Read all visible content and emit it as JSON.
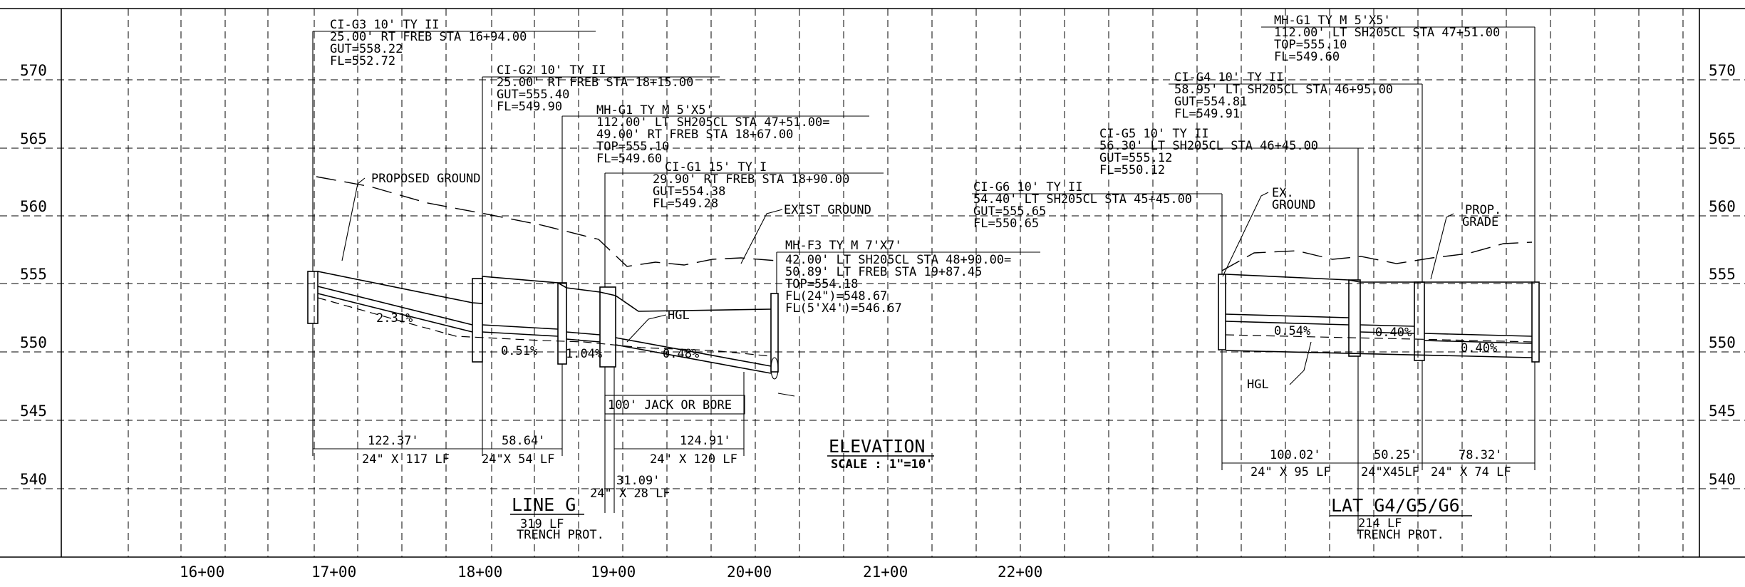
{
  "elevation_labels": [
    "570",
    "565",
    "560",
    "555",
    "550",
    "545",
    "540"
  ],
  "station_labels": [
    "16+00",
    "17+00",
    "18+00",
    "19+00",
    "20+00",
    "21+00",
    "22+00"
  ],
  "line_g": {
    "structures": {
      "ci_g3": [
        "CI-G3 10' TY II",
        "25.00' RT FREB STA 16+94.00",
        "GUT=558.22",
        "FL=552.72"
      ],
      "ci_g2": [
        "CI-G2 10' TY II",
        "25.00' RT FREB STA 18+15.00",
        "GUT=555.40",
        "FL=549.90"
      ],
      "mh_g1": [
        "MH-G1 TY M 5'X5'",
        "112.00' LT SH205CL STA 47+51.00=",
        "49.00' RT FREB STA 18+67.00",
        "TOP=555.10",
        "FL=549.60"
      ],
      "ci_g1": [
        "CI-G1 15' TY I",
        "29.90' RT FREB STA 18+90.00",
        "GUT=554.38",
        "FL=549.28"
      ],
      "mh_f3": [
        "MH-F3 TY M 7'X7'",
        "42.00' LT SH205CL STA 48+90.00=",
        "50.89' LT FREB STA 19+87.45",
        "TOP=554.18",
        "FL(24\")=548.67",
        "FL(5'X4')=546.67"
      ]
    },
    "callouts": {
      "proposed_ground": "PROPOSED GROUND",
      "exist_ground": "EXIST GROUND",
      "hgl": "HGL",
      "jack_bore": "100' JACK OR BORE"
    },
    "slopes": [
      "2.31%",
      "0.51%",
      "1.04%",
      "0.48%"
    ],
    "dimensions": [
      "122.37'",
      "58.64'",
      "124.91'",
      "31.09'"
    ],
    "pipes": [
      "24\" X 117 LF",
      "24\"X 54 LF",
      "24\" X 120 LF",
      "24\" X 28 LF"
    ],
    "title": "LINE G",
    "length": "319 LF",
    "trench": "TRENCH PROT."
  },
  "elevation_title": "ELEVATION",
  "elevation_scale": "SCALE : 1\"=10'",
  "lat_g4": {
    "structures": {
      "mh_g1": [
        "MH-G1 TY M 5'X5'",
        "112.00' LT SH205CL STA 47+51.00",
        "TOP=555.10",
        "FL=549.60"
      ],
      "ci_g4": [
        "CI-G4 10' TY II",
        "58.95' LT SH205CL STA 46+95.00",
        "GUT=554.81",
        "FL=549.91"
      ],
      "ci_g5": [
        "CI-G5 10' TY II",
        "56.30' LT SH205CL STA 46+45.00",
        "GUT=555.12",
        "FL=550.12"
      ],
      "ci_g6": [
        "CI-G6 10' TY II",
        "54.40' LT SH205CL STA 45+45.00",
        "GUT=555.65",
        "FL=550.65"
      ]
    },
    "callouts": {
      "ex_ground": [
        "EX.",
        "GROUND"
      ],
      "prop_grade": [
        "PROP.",
        "GRADE"
      ],
      "hgl": "HGL"
    },
    "slopes": [
      "0.54%",
      "0.40%",
      "0.40%"
    ],
    "dimensions": [
      "100.02'",
      "50.25'",
      "78.32'"
    ],
    "pipes": [
      "24\" X 95 LF",
      "24\"X45LF",
      "24\" X 74 LF"
    ],
    "title": "LAT G4/G5/G6",
    "length": "214 LF",
    "trench": "TRENCH PROT."
  }
}
